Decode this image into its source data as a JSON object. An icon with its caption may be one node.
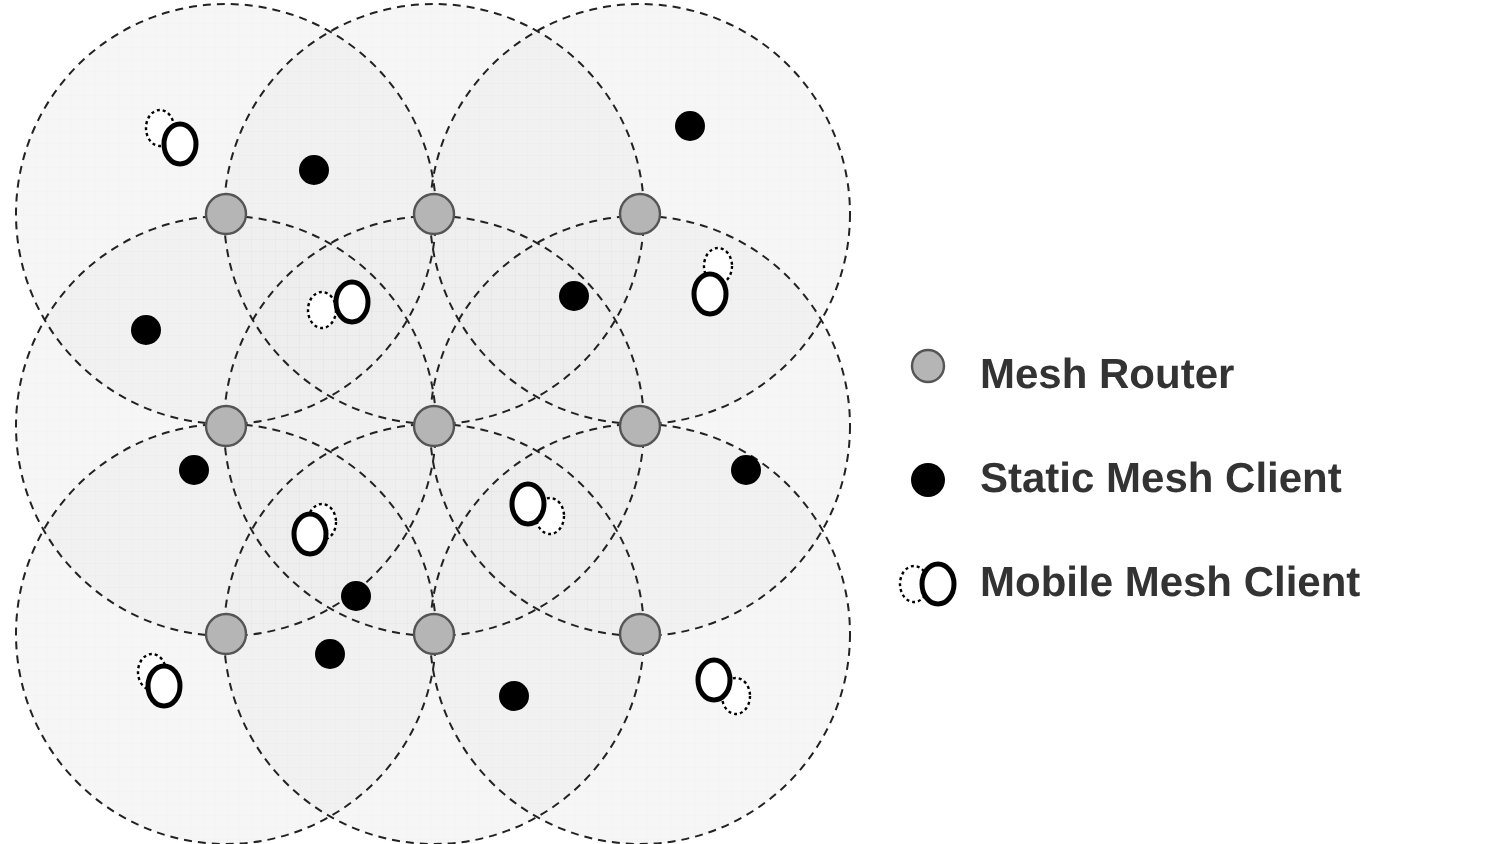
{
  "diagram": {
    "legend": [
      {
        "text": "Mesh Router"
      },
      {
        "text": "Static Mesh Client"
      },
      {
        "text": "Mobile Mesh Client"
      }
    ]
  }
}
